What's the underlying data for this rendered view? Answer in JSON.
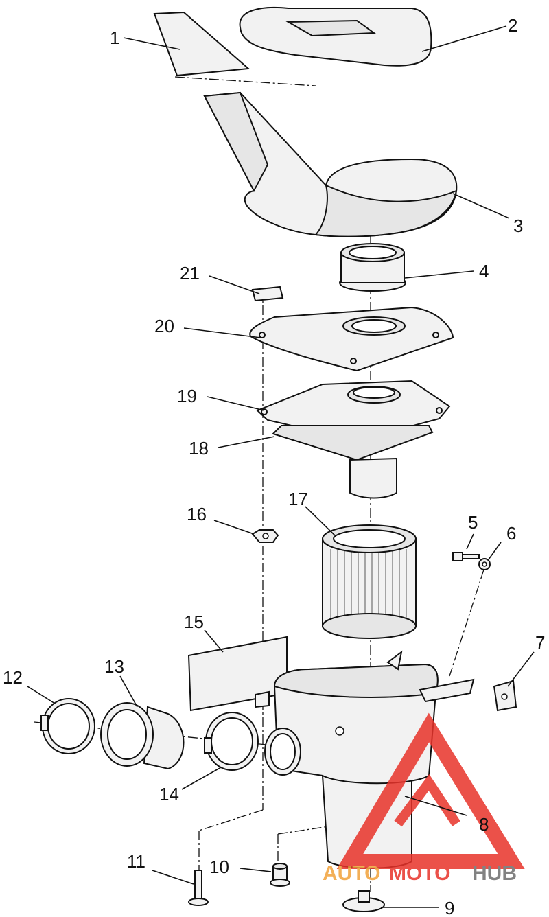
{
  "callouts": [
    {
      "id": "1",
      "label": "1"
    },
    {
      "id": "2",
      "label": "2"
    },
    {
      "id": "3",
      "label": "3"
    },
    {
      "id": "4",
      "label": "4"
    },
    {
      "id": "5",
      "label": "5"
    },
    {
      "id": "6",
      "label": "6"
    },
    {
      "id": "7",
      "label": "7"
    },
    {
      "id": "8",
      "label": "8"
    },
    {
      "id": "9",
      "label": "9"
    },
    {
      "id": "10",
      "label": "10"
    },
    {
      "id": "11",
      "label": "11"
    },
    {
      "id": "12",
      "label": "12"
    },
    {
      "id": "13",
      "label": "13"
    },
    {
      "id": "14",
      "label": "14"
    },
    {
      "id": "15",
      "label": "15"
    },
    {
      "id": "16",
      "label": "16"
    },
    {
      "id": "17",
      "label": "17"
    },
    {
      "id": "18",
      "label": "18"
    },
    {
      "id": "19",
      "label": "19"
    },
    {
      "id": "20",
      "label": "20"
    },
    {
      "id": "21",
      "label": "21"
    }
  ],
  "watermark": {
    "text_part1": "AUTO",
    "text_part2": "MOTO",
    "text_part3": "HUB",
    "colors": {
      "orange": "#f2a23a",
      "red": "#e8332a",
      "gray": "#6d6d6d"
    }
  }
}
